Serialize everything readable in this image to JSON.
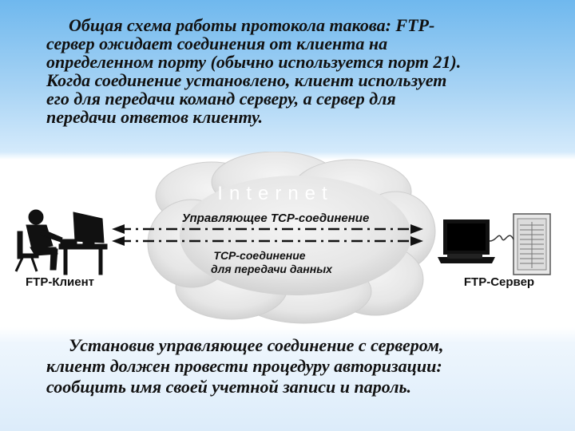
{
  "top_paragraph": [
    "Общая схема работы протокола такова: FTP-",
    "сервер ожидает соединения от клиента на",
    "определенном порту (обычно используется порт 21).",
    "Когда соединение установлено, клиент использует",
    "его для передачи команд серверу, а сервер для",
    "передачи ответов клиенту."
  ],
  "diagram": {
    "cloud_label": "Internet",
    "control_connection": "Управляющее TCP-соединение",
    "data_connection_line1": "TCP-соединение",
    "data_connection_line2": "для передачи данных",
    "client_label": "FTP-Клиент",
    "server_label": "FTP-Сервер"
  },
  "bottom_paragraph": [
    "Установив управляющее соединение с сервером,",
    "клиент должен провести процедуру авторизации:",
    "сообщить имя своей учетной записи и пароль."
  ]
}
